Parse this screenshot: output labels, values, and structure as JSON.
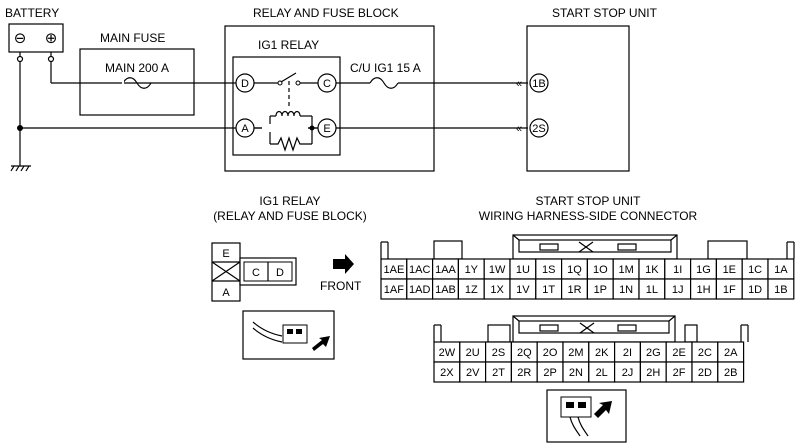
{
  "schematic": {
    "battery_label": "BATTERY",
    "battery_minus": "⊖",
    "battery_plus": "⊕",
    "main_fuse_label": "MAIN FUSE",
    "main_fuse_rating": "MAIN 200 A",
    "relay_block_label": "RELAY AND FUSE BLOCK",
    "ig1_relay_label": "IG1 RELAY",
    "cu_fuse_label": "C/U IG1 15 A",
    "start_stop_label": "START STOP UNIT",
    "terminals": {
      "d": "D",
      "c": "C",
      "a": "A",
      "e": "E"
    },
    "unit_pins": {
      "b1": "1B",
      "s2": "2S"
    }
  },
  "relay_connector": {
    "title1": "IG1 RELAY",
    "title2": "(RELAY AND FUSE BLOCK)",
    "cells": {
      "e": "E",
      "a": "A",
      "c": "C",
      "d": "D"
    },
    "front_label": "FRONT"
  },
  "harness": {
    "title1": "START STOP UNIT",
    "title2": "WIRING HARNESS-SIDE CONNECTOR",
    "top_row1": [
      "1AE",
      "1AC",
      "1AA",
      "1Y",
      "1W",
      "1U",
      "1S",
      "1Q",
      "1O",
      "1M",
      "1K",
      "1I",
      "1G",
      "1E",
      "1C",
      "1A"
    ],
    "top_row2": [
      "1AF",
      "1AD",
      "1AB",
      "1Z",
      "1X",
      "1V",
      "1T",
      "1R",
      "1P",
      "1N",
      "1L",
      "1J",
      "1H",
      "1F",
      "1D",
      "1B"
    ],
    "bot_row1": [
      "2W",
      "2U",
      "2S",
      "2Q",
      "2O",
      "2M",
      "2K",
      "2I",
      "2G",
      "2E",
      "2C",
      "2A"
    ],
    "bot_row2": [
      "2X",
      "2V",
      "2T",
      "2R",
      "2P",
      "2N",
      "2L",
      "2J",
      "2H",
      "2F",
      "2D",
      "2B"
    ]
  }
}
